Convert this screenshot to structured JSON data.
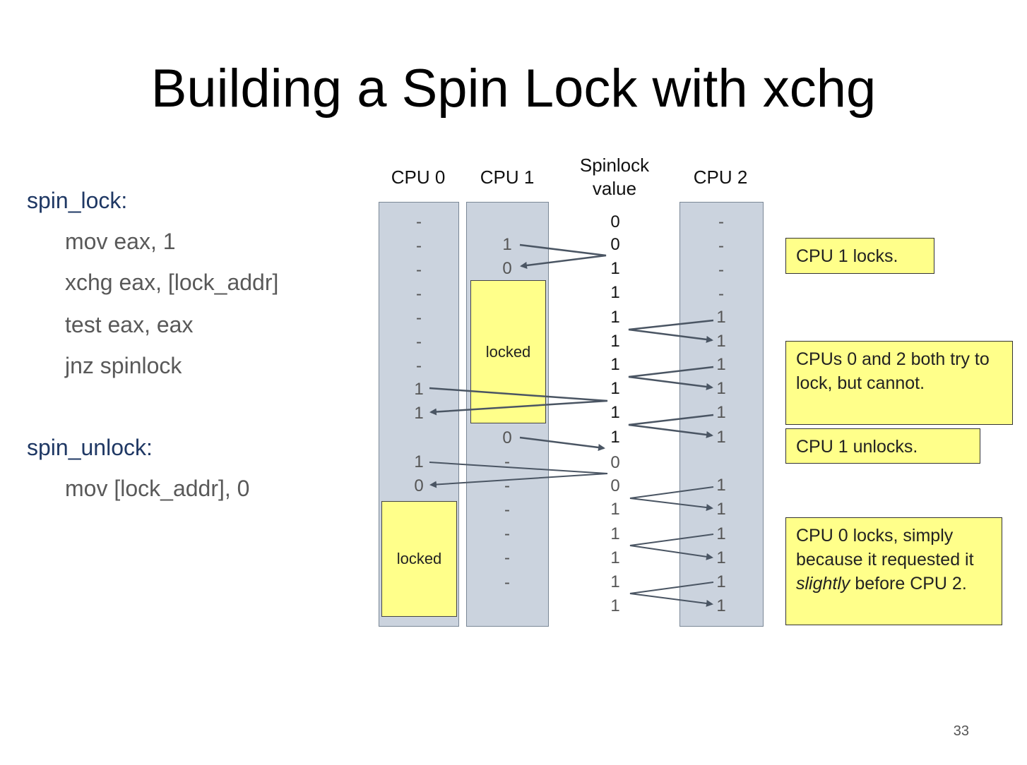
{
  "title": "Building a Spin Lock with xchg",
  "code": {
    "lock_label": "spin_lock:",
    "lock_lines": [
      "mov eax, 1",
      "xchg eax, [lock_addr]",
      "test eax, eax",
      "jnz spinlock"
    ],
    "unlock_label": "spin_unlock:",
    "unlock_lines": [
      "mov [lock_addr], 0"
    ]
  },
  "columns": {
    "cpu0": "CPU 0",
    "cpu1": "CPU 1",
    "spin_line1": "Spinlock",
    "spin_line2": "value",
    "cpu2": "CPU 2"
  },
  "cpu0_values": [
    "-",
    "-",
    "-",
    "-",
    "-",
    "-",
    "-",
    "1",
    "1",
    "",
    "1",
    "0"
  ],
  "cpu1_values": [
    "",
    "1",
    "0",
    "",
    "",
    "",
    "",
    "",
    "",
    "0",
    "-",
    "-",
    "-",
    "-",
    "-",
    "-"
  ],
  "spinlock_values": [
    "0",
    "0",
    "1",
    "1",
    "1",
    "1",
    "1",
    "1",
    "1",
    "1",
    "0",
    "0",
    "1",
    "1",
    "1",
    "1",
    "1"
  ],
  "cpu2_values": [
    "-",
    "-",
    "-",
    "-",
    "1",
    "1",
    "1",
    "1",
    "1",
    "1",
    "",
    "1",
    "1",
    "1",
    "1",
    "1",
    "1"
  ],
  "locked_label": "locked",
  "notes": {
    "note1": "CPU 1 locks.",
    "note2": "CPUs 0 and 2 both try to lock, but cannot.",
    "note3": "CPU 1 unlocks.",
    "note4_pre": "CPU 0 locks, simply because it requested it ",
    "note4_em": "slightly",
    "note4_post": " before CPU 2."
  },
  "page_number": "33",
  "colors": {
    "column_fill": "#cbd3de",
    "locked_fill": "#ffff8a",
    "arrow": "#4a5563",
    "code_label": "#1f3864"
  }
}
